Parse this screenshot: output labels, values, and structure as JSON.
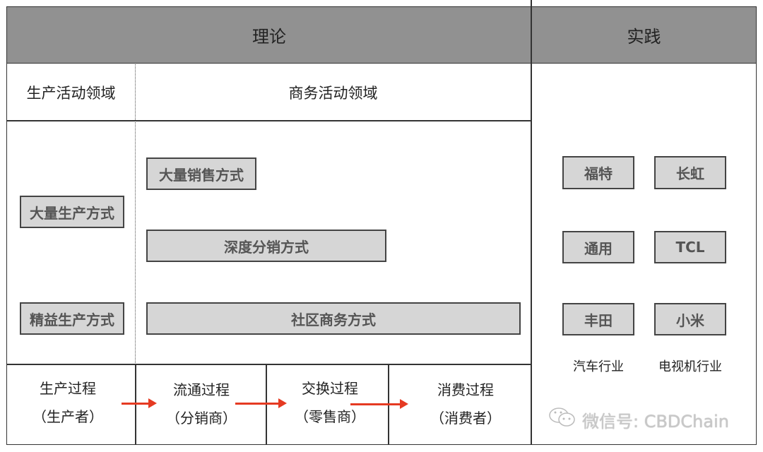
{
  "header": {
    "theory": "理论",
    "practice": "实践"
  },
  "domains": {
    "production": "生产活动领域",
    "commerce": "商务活动领域"
  },
  "production_modes": [
    {
      "label": "大量生产方式"
    },
    {
      "label": "精益生产方式"
    }
  ],
  "commerce_modes": [
    {
      "label": "大量销售方式"
    },
    {
      "label": "深度分销方式"
    },
    {
      "label": "社区商务方式"
    }
  ],
  "practice": {
    "auto": {
      "companies": [
        "福特",
        "通用",
        "丰田"
      ],
      "industry": "汽车行业"
    },
    "tv": {
      "companies": [
        "长虹",
        "TCL",
        "小米"
      ],
      "industry": "电视机行业"
    }
  },
  "processes": [
    {
      "name": "生产过程",
      "actor": "（生产者）"
    },
    {
      "name": "流通过程",
      "actor": "（分销商）"
    },
    {
      "name": "交换过程",
      "actor": "（零售商）"
    },
    {
      "name": "消费过程",
      "actor": "（消费者）"
    }
  ],
  "colors": {
    "header_bg": "#919191",
    "box_bg": "#d6d6d6",
    "arrow": "#e53a22"
  },
  "watermark": {
    "icon": "wechat-icon",
    "text": "微信号: CBDChain"
  }
}
